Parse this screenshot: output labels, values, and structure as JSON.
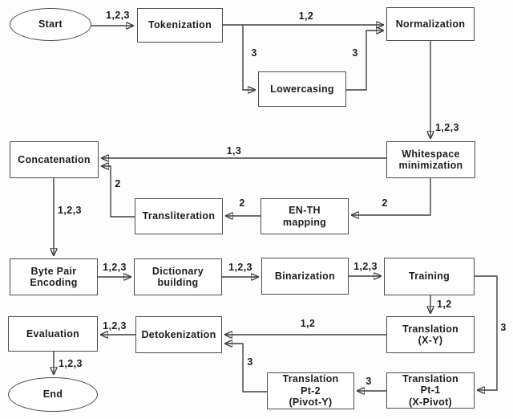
{
  "diagram_title": "Machine translation preprocessing and translation pipeline flowchart",
  "colors": {
    "background": "#fdfdfd",
    "node_fill": "#ffffff",
    "node_border": "#4c4c4c",
    "line": "#3f3f3f",
    "text": "#1d1d1d"
  },
  "nodes": {
    "start": {
      "label": "Start",
      "shape": "ellipse"
    },
    "tokenization": {
      "label": "Tokenization",
      "shape": "rect"
    },
    "normalization": {
      "label": "Normalization",
      "shape": "rect"
    },
    "lowercasing": {
      "label": "Lowercasing",
      "shape": "rect"
    },
    "concatenation": {
      "label": "Concatenation",
      "shape": "rect"
    },
    "whitespace_minimization": {
      "label": "Whitespace\nminimization",
      "shape": "rect"
    },
    "transliteration": {
      "label": "Transliteration",
      "shape": "rect"
    },
    "en_th_mapping": {
      "label": "EN-TH\nmapping",
      "shape": "rect"
    },
    "byte_pair_encoding": {
      "label": "Byte Pair\nEncoding",
      "shape": "rect"
    },
    "dictionary_building": {
      "label": "Dictionary\nbuilding",
      "shape": "rect"
    },
    "binarization": {
      "label": "Binarization",
      "shape": "rect"
    },
    "training": {
      "label": "Training",
      "shape": "rect"
    },
    "evaluation": {
      "label": "Evaluation",
      "shape": "rect"
    },
    "detokenization": {
      "label": "Detokenization",
      "shape": "rect"
    },
    "translation_xy": {
      "label": "Translation\n(X-Y)",
      "shape": "rect"
    },
    "translation_pt2": {
      "label": "Translation\nPt-2\n(Pivot-Y)",
      "shape": "rect"
    },
    "translation_pt1": {
      "label": "Translation\nPt-1\n(X-Pivot)",
      "shape": "rect"
    },
    "end": {
      "label": "End",
      "shape": "ellipse"
    }
  },
  "edges": {
    "start_to_tokenization": {
      "from": "Start",
      "to": "Tokenization",
      "label": "1,2,3"
    },
    "tokenization_to_normalization": {
      "from": "Tokenization",
      "to": "Normalization",
      "label": "1,2"
    },
    "tokenization_to_lowercasing": {
      "from": "Tokenization",
      "to": "Lowercasing",
      "label": "3"
    },
    "lowercasing_to_normalization": {
      "from": "Lowercasing",
      "to": "Normalization",
      "label": "3"
    },
    "normalization_to_whitespace": {
      "from": "Normalization",
      "to": "Whitespace minimization",
      "label": "1,2,3"
    },
    "whitespace_to_concatenation": {
      "from": "Whitespace minimization",
      "to": "Concatenation",
      "label": "1,3"
    },
    "whitespace_to_en_th": {
      "from": "Whitespace minimization",
      "to": "EN-TH mapping",
      "label": "2"
    },
    "en_th_to_transliteration": {
      "from": "EN-TH mapping",
      "to": "Transliteration",
      "label": "2"
    },
    "transliteration_to_concatenation": {
      "from": "Transliteration",
      "to": "Concatenation",
      "label": "2"
    },
    "concatenation_to_bpe": {
      "from": "Concatenation",
      "to": "Byte Pair Encoding",
      "label": "1,2,3"
    },
    "bpe_to_dictionary": {
      "from": "Byte Pair Encoding",
      "to": "Dictionary building",
      "label": "1,2,3"
    },
    "dictionary_to_binarization": {
      "from": "Dictionary building",
      "to": "Binarization",
      "label": "1,2,3"
    },
    "binarization_to_training": {
      "from": "Binarization",
      "to": "Training",
      "label": "1,2,3"
    },
    "training_to_translation_xy": {
      "from": "Training",
      "to": "Translation (X-Y)",
      "label": "1,2"
    },
    "training_to_translation_pt1": {
      "from": "Training",
      "to": "Translation Pt-1 (X-Pivot)",
      "label": "3"
    },
    "translation_xy_to_detokenization": {
      "from": "Translation (X-Y)",
      "to": "Detokenization",
      "label": "1,2"
    },
    "translation_pt1_to_translation_pt2": {
      "from": "Translation Pt-1 (X-Pivot)",
      "to": "Translation Pt-2 (Pivot-Y)",
      "label": "3"
    },
    "translation_pt2_to_detokenization": {
      "from": "Translation Pt-2 (Pivot-Y)",
      "to": "Detokenization",
      "label": "3"
    },
    "detokenization_to_evaluation": {
      "from": "Detokenization",
      "to": "Evaluation",
      "label": "1,2,3"
    },
    "evaluation_to_end": {
      "from": "Evaluation",
      "to": "End",
      "label": "1,2,3"
    }
  }
}
